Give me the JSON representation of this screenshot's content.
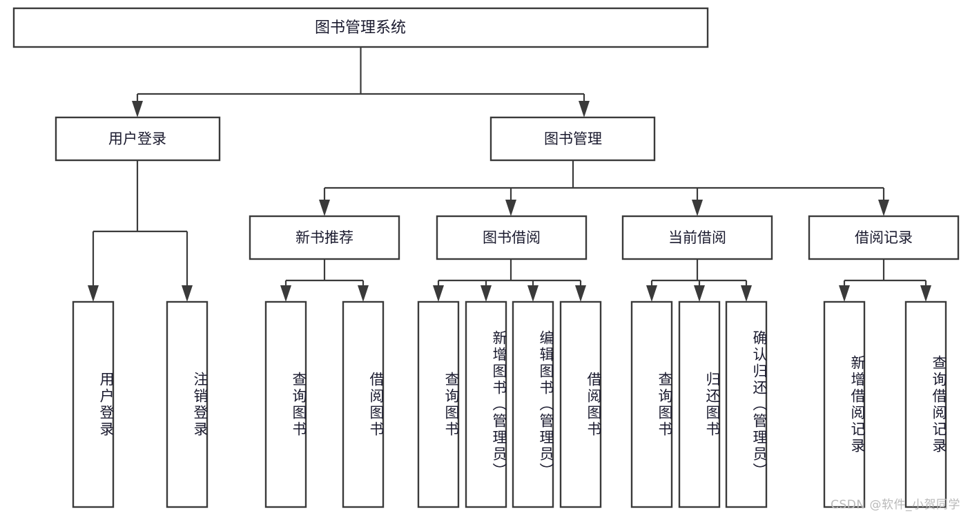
{
  "diagram": {
    "title": "图书管理系统",
    "type": "tree-hierarchy",
    "root": {
      "label": "图书管理系统"
    },
    "level2": [
      {
        "label": "用户登录"
      },
      {
        "label": "图书管理"
      }
    ],
    "level3": [
      {
        "label": "新书推荐"
      },
      {
        "label": "图书借阅"
      },
      {
        "label": "当前借阅"
      },
      {
        "label": "借阅记录"
      }
    ],
    "leaves": {
      "user_login": [
        {
          "label": "用户登录"
        },
        {
          "label": "注销登录"
        }
      ],
      "new_book_recommend": [
        {
          "label": "查询图书"
        },
        {
          "label": "借阅图书"
        }
      ],
      "book_borrow": [
        {
          "label": "查询图书"
        },
        {
          "label": "新增图书（管理员）"
        },
        {
          "label": "编辑图书（管理员）"
        },
        {
          "label": "借阅图书"
        }
      ],
      "current_borrow": [
        {
          "label": "查询图书"
        },
        {
          "label": "归还图书"
        },
        {
          "label": "确认归还（管理员）"
        }
      ],
      "borrow_record": [
        {
          "label": "新增借阅记录"
        },
        {
          "label": "查询借阅记录"
        }
      ]
    }
  },
  "watermark": {
    "text": "CSDN @软件_小贺同学"
  },
  "colors": {
    "box_border": "#3a3a3a",
    "box_fill": "#ffffff",
    "text": "#1a1a2e",
    "connector": "#3a3a3a",
    "watermark": "#b9b9b9",
    "background": "#ffffff"
  }
}
